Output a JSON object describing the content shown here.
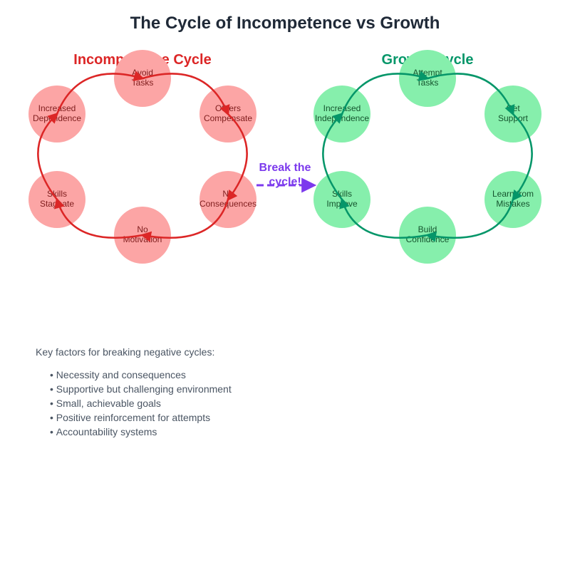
{
  "title": "The Cycle of Incompetence vs Growth",
  "colors": {
    "title": "#1f2937",
    "incompetence_accent": "#dc2626",
    "incompetence_node_fill": "#fca5a5",
    "incompetence_node_text": "#7f1d1d",
    "growth_accent": "#059669",
    "growth_node_fill": "#86efac",
    "growth_node_text": "#14532d",
    "break_accent": "#7c3aed",
    "body_text": "#4a5563"
  },
  "incompetence_cycle": {
    "title": "Incompetence Cycle",
    "nodes": [
      {
        "lines": [
          "Avoid",
          "Tasks"
        ]
      },
      {
        "lines": [
          "Others",
          "Compensate"
        ]
      },
      {
        "lines": [
          "No",
          "Consequences"
        ]
      },
      {
        "lines": [
          "No",
          "Motivation"
        ]
      },
      {
        "lines": [
          "Skills",
          "Stagnate"
        ]
      },
      {
        "lines": [
          "Increased",
          "Dependence"
        ]
      }
    ]
  },
  "growth_cycle": {
    "title": "Growth Cycle",
    "nodes": [
      {
        "lines": [
          "Attempt",
          "Tasks"
        ]
      },
      {
        "lines": [
          "Get",
          "Support"
        ]
      },
      {
        "lines": [
          "Learn from",
          "Mistakes"
        ]
      },
      {
        "lines": [
          "Build",
          "Confidence"
        ]
      },
      {
        "lines": [
          "Skills",
          "Improve"
        ]
      },
      {
        "lines": [
          "Increased",
          "Independence"
        ]
      }
    ]
  },
  "break_label": [
    "Break the",
    "cycle!"
  ],
  "factors": {
    "heading": "Key factors for breaking negative cycles:",
    "items": [
      "Necessity and consequences",
      "Supportive but challenging environment",
      "Small, achievable goals",
      "Positive reinforcement for attempts",
      "Accountability systems"
    ]
  }
}
